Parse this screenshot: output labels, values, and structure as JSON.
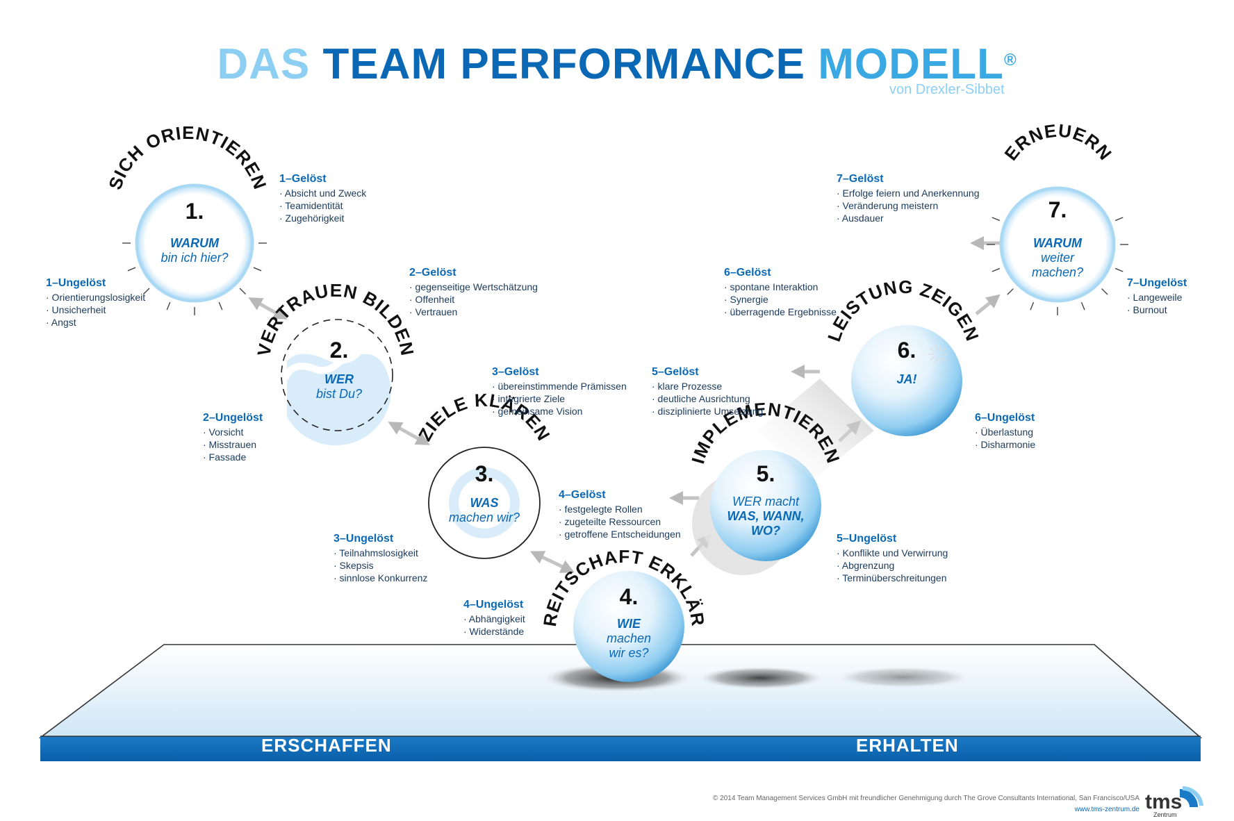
{
  "title": {
    "part1": "DAS",
    "part2": "TEAM PERFORMANCE",
    "part3": "MODELL",
    "mark": "®"
  },
  "subtitle": "von Drexler-Sibbet",
  "colors": {
    "dark_blue": "#0a68b5",
    "light_blue": "#8ccff2",
    "mid_blue": "#3aa8e2",
    "text": "#1a3a5c"
  },
  "stages": [
    {
      "number": "1.",
      "name": "SICH ORIENTIEREN",
      "question": [
        "WARUM",
        "bin ich hier?"
      ],
      "resolved_title": "1–Gelöst",
      "resolved": [
        "· Absicht und Zweck",
        "· Teamidentität",
        "· Zugehörigkeit"
      ],
      "unresolved_title": "1–Ungelöst",
      "unresolved": [
        "· Orientierungslosigkeit",
        "· Unsicherheit",
        "· Angst"
      ]
    },
    {
      "number": "2.",
      "name": "VERTRAUEN BILDEN",
      "question": [
        "WER",
        "bist Du?"
      ],
      "resolved_title": "2–Gelöst",
      "resolved": [
        "· gegenseitige Wertschätzung",
        "· Offenheit",
        "· Vertrauen"
      ],
      "unresolved_title": "2–Ungelöst",
      "unresolved": [
        "· Vorsicht",
        "· Misstrauen",
        "· Fassade"
      ]
    },
    {
      "number": "3.",
      "name": "ZIELE KLÄREN",
      "question": [
        "WAS",
        "machen wir?"
      ],
      "resolved_title": "3–Gelöst",
      "resolved": [
        "· übereinstimmende Prämissen",
        "· integrierte Ziele",
        "· gemeinsame Vision"
      ],
      "unresolved_title": "3–Ungelöst",
      "unresolved": [
        "· Teilnahmslosigkeit",
        "· Skepsis",
        "· sinnlose Konkurrenz"
      ]
    },
    {
      "number": "4.",
      "name": "BEREITSCHAFT ERKLÄREN",
      "question": [
        "WIE",
        "machen",
        "wir es?"
      ],
      "resolved_title": "4–Gelöst",
      "resolved": [
        "· festgelegte Rollen",
        "· zugeteilte Ressourcen",
        "· getroffene Entscheidungen"
      ],
      "unresolved_title": "4–Ungelöst",
      "unresolved": [
        "· Abhängigkeit",
        "· Widerstände"
      ]
    },
    {
      "number": "5.",
      "name": "IMPLEMENTIEREN",
      "question": [
        "WER macht",
        "WAS, WANN,",
        "WO?"
      ],
      "resolved_title": "5–Gelöst",
      "resolved": [
        "· klare Prozesse",
        "· deutliche Ausrichtung",
        "· disziplinierte Umsetzung"
      ],
      "unresolved_title": "5–Ungelöst",
      "unresolved": [
        "· Konflikte und Verwirrung",
        "· Abgrenzung",
        "· Terminüberschreitungen"
      ]
    },
    {
      "number": "6.",
      "name": "LEISTUNG ZEIGEN",
      "question": [
        "JA!"
      ],
      "resolved_title": "6–Gelöst",
      "resolved": [
        "· spontane Interaktion",
        "· Synergie",
        "· überragende Ergebnisse"
      ],
      "unresolved_title": "6–Ungelöst",
      "unresolved": [
        "· Überlastung",
        "· Disharmonie"
      ]
    },
    {
      "number": "7.",
      "name": "ERNEUERN",
      "question": [
        "WARUM",
        "weiter",
        "machen?"
      ],
      "resolved_title": "7–Gelöst",
      "resolved": [
        "· Erfolge feiern und Anerkennung",
        "· Veränderung meistern",
        "· Ausdauer"
      ],
      "unresolved_title": "7–Ungelöst",
      "unresolved": [
        "· Langeweile",
        "· Burnout"
      ]
    }
  ],
  "bar": {
    "left": "ERSCHAFFEN",
    "right": "ERHALTEN"
  },
  "copyright": "© 2014 Team Management Services GmbH mit freundlicher Genehmigung durch The Grove Consultants International, San Francisco/USA",
  "website": "www.tms-zentrum.de",
  "logo": {
    "brand": "tms",
    "sub": "Zentrum"
  }
}
